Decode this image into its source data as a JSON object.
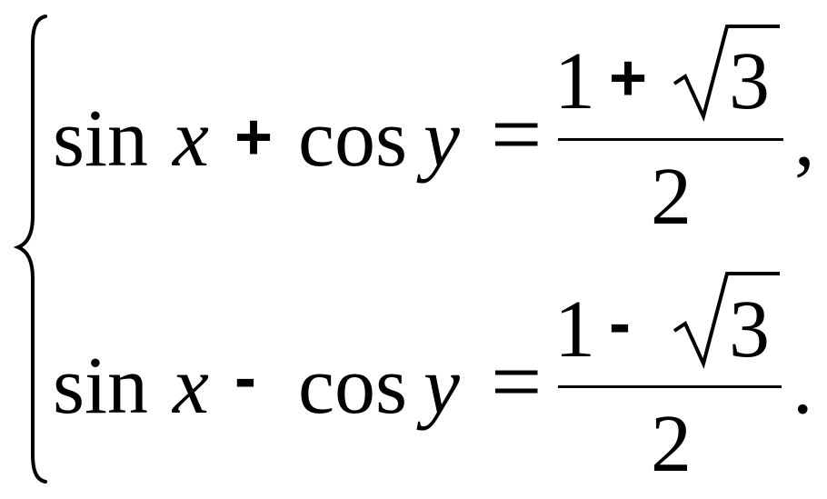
{
  "equations": [
    {
      "lhs_func1": "sin",
      "var1": "x",
      "operator": "+",
      "lhs_func2": "cos",
      "var2": "y",
      "equals": "=",
      "numerator_one": "1",
      "numerator_operator": "+",
      "radicand": "3",
      "denominator": "2",
      "terminator": ","
    },
    {
      "lhs_func1": "sin",
      "var1": "x",
      "operator": "-",
      "lhs_func2": "cos",
      "var2": "y",
      "equals": "=",
      "numerator_one": "1",
      "numerator_operator": "-",
      "radicand": "3",
      "denominator": "2",
      "terminator": "."
    }
  ]
}
